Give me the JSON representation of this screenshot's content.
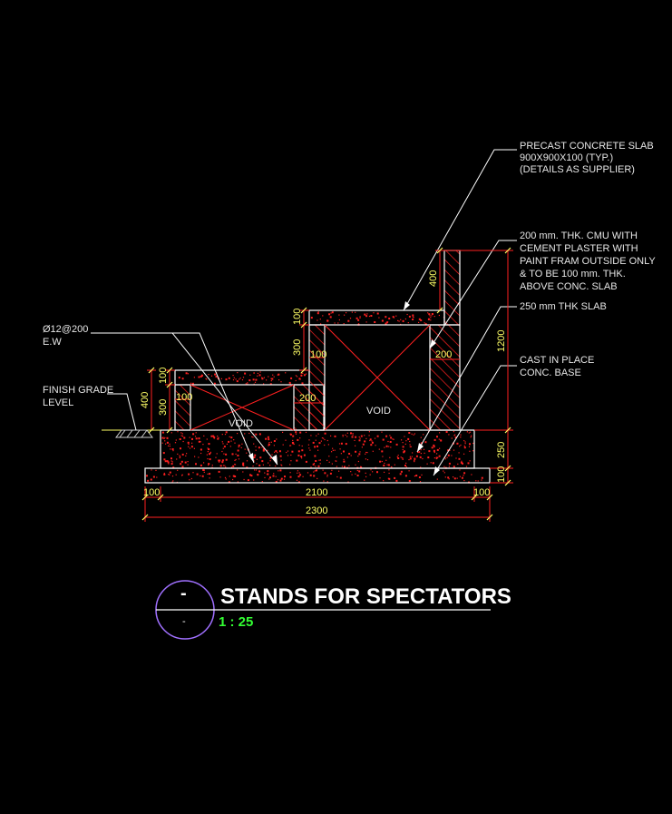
{
  "notes": {
    "precast_line1": "PRECAST CONCRETE SLAB",
    "precast_line2": "900X900X100 (TYP.)",
    "precast_line3": "(DETAILS AS SUPPLIER)",
    "cmu_line1": "200 mm. THK. CMU WITH",
    "cmu_line2": "CEMENT PLASTER WITH",
    "cmu_line3": "PAINT FRAM OUTSIDE ONLY",
    "cmu_line4": "& TO BE 100 mm. THK.",
    "cmu_line5": "ABOVE CONC. SLAB",
    "slab": "250 mm THK SLAB",
    "cast_line1": "CAST IN PLACE",
    "cast_line2": "CONC. BASE",
    "rebar_line1": "Ø12@200",
    "rebar_line2": "E.W",
    "grade_line1": "FINISH GRADE",
    "grade_line2": "LEVEL"
  },
  "labels": {
    "void_small": "VOID",
    "void_large": "VOID"
  },
  "dimensions": {
    "d400_top": "400",
    "d100_upper": "100",
    "d300_upper": "300",
    "d100_mid": "100",
    "d200_right": "200",
    "d100_left": "100",
    "d400_left": "400",
    "d300_left": "300",
    "d100_low": "100",
    "d200_low": "200",
    "d1200": "1200",
    "d250": "250",
    "d100_base": "100",
    "d100_bl": "100",
    "d2100": "2100",
    "d100_br": "100",
    "d2300": "2300"
  },
  "title_block": {
    "title": "STANDS FOR SPECTATORS",
    "scale": "1 : 25",
    "bubble_top": "-",
    "bubble_bottom": "-"
  },
  "colors": {
    "background": "#000000",
    "concrete_outline": "#ffffff",
    "concrete_speckle": "#ff2020",
    "dimension_line": "#ff2020",
    "dimension_text": "#ffff66",
    "bubble": "#a070ff",
    "scale_text": "#33ff33"
  }
}
